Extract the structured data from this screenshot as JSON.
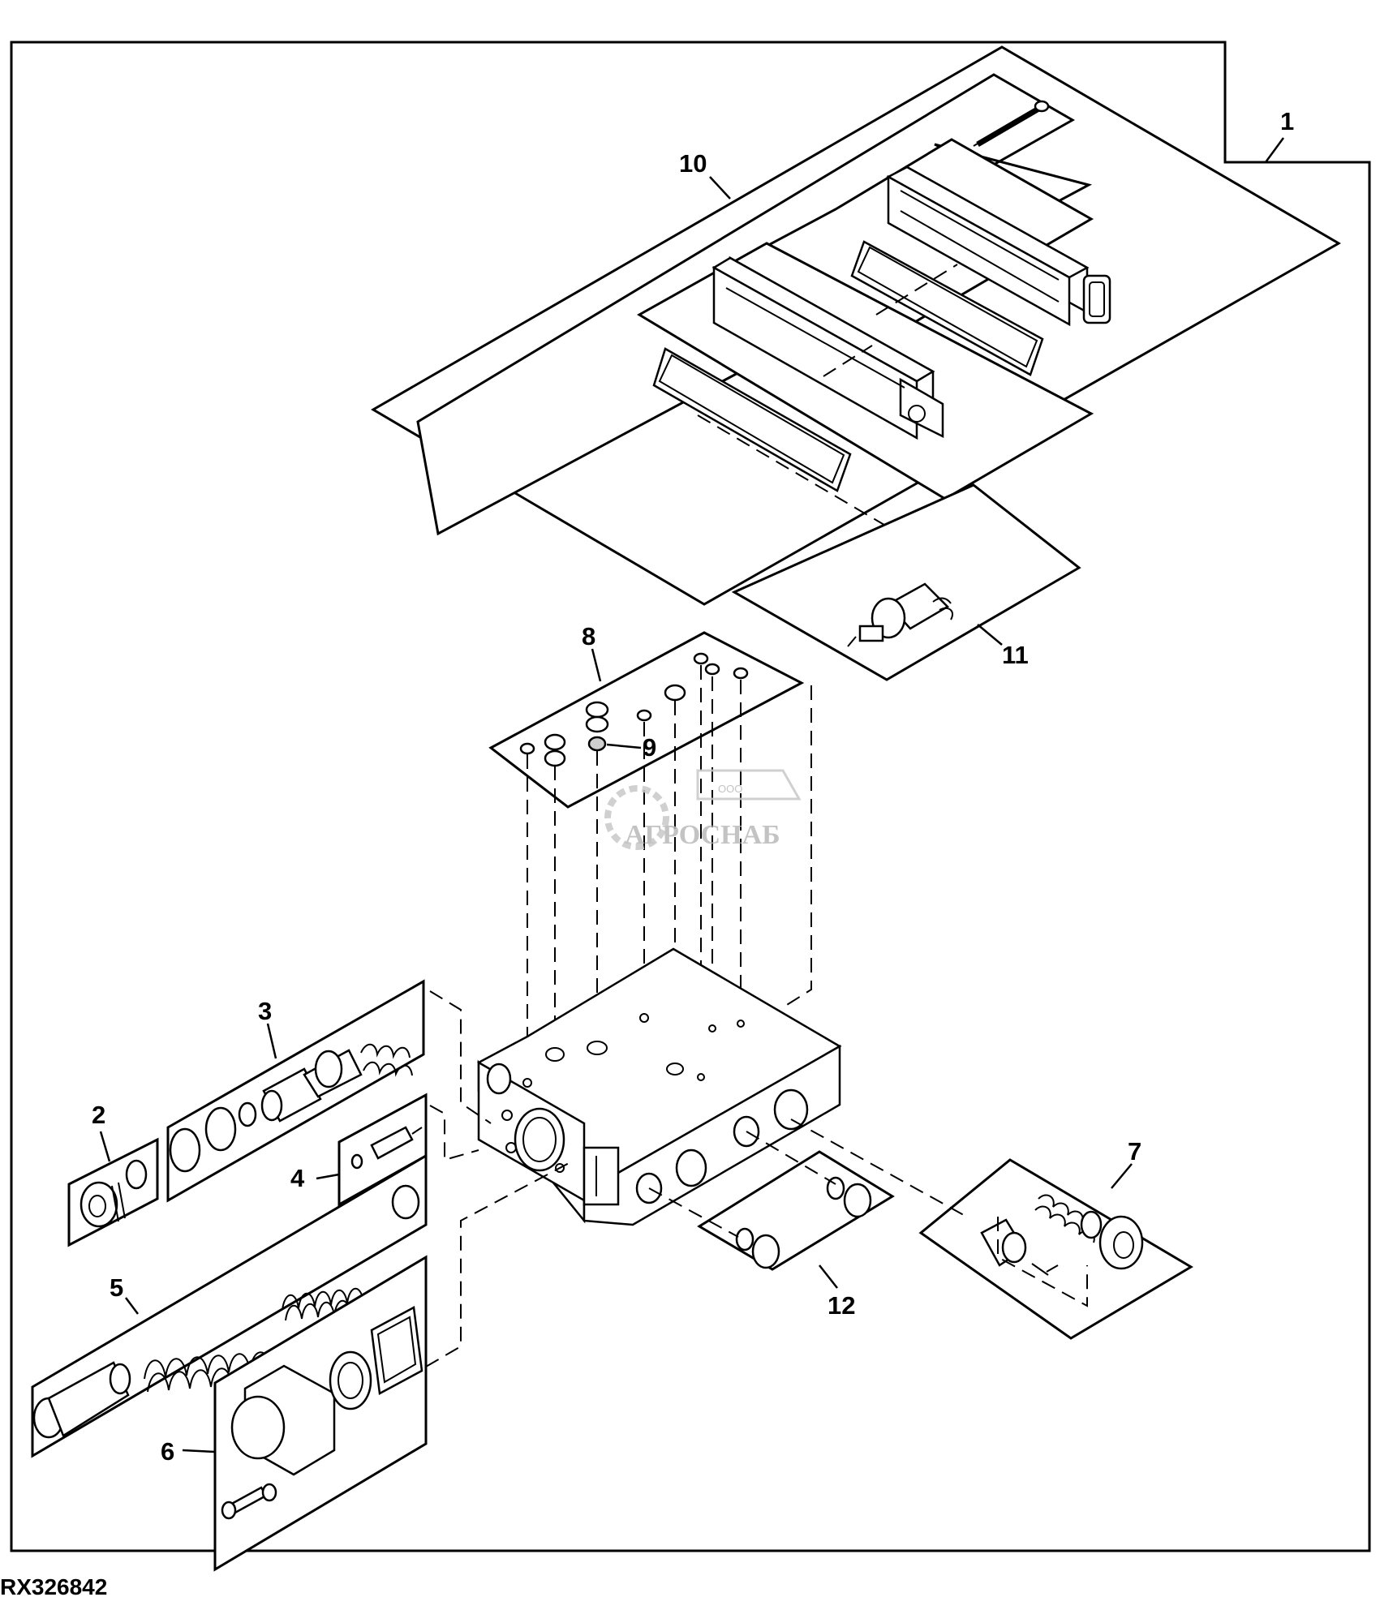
{
  "figure": {
    "reference_code": "RX326842"
  },
  "callouts": [
    {
      "id": "1",
      "label": "1"
    },
    {
      "id": "2",
      "label": "2"
    },
    {
      "id": "3",
      "label": "3"
    },
    {
      "id": "4",
      "label": "4"
    },
    {
      "id": "5",
      "label": "5"
    },
    {
      "id": "6",
      "label": "6"
    },
    {
      "id": "7",
      "label": "7"
    },
    {
      "id": "8",
      "label": "8"
    },
    {
      "id": "9",
      "label": "9"
    },
    {
      "id": "10",
      "label": "10"
    },
    {
      "id": "11",
      "label": "11"
    },
    {
      "id": "12",
      "label": "12"
    }
  ],
  "watermark": {
    "name": "АГРОСНАБ",
    "prefix": "ООО"
  }
}
